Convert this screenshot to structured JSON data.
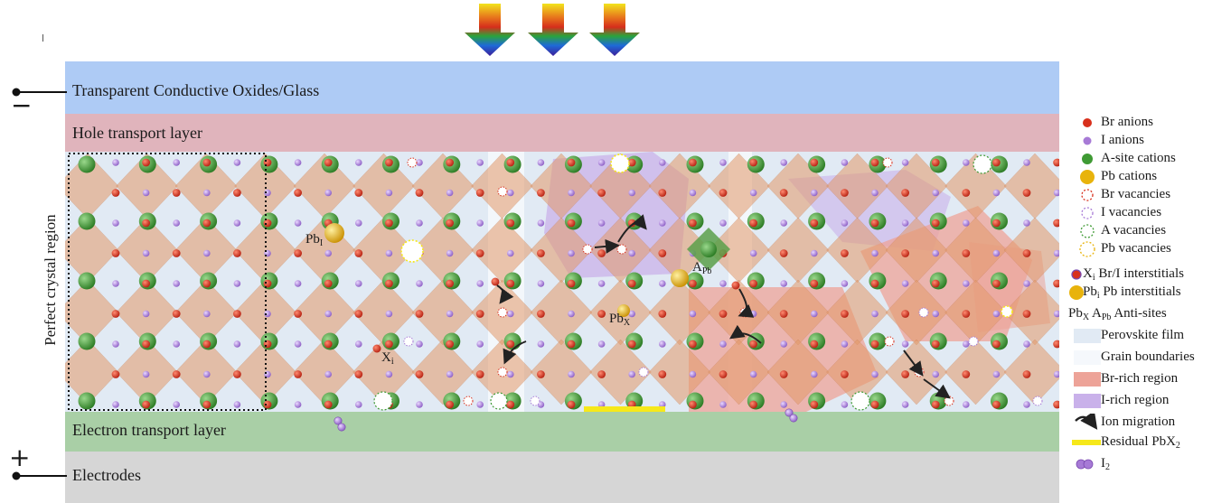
{
  "layers": {
    "tco": "Transparent Conductive Oxides/Glass",
    "htl": "Hole transport layer",
    "etl": "Electron transport layer",
    "electrodes": "Electrodes"
  },
  "side_label": "Perfect crystal region",
  "terminals": {
    "negative": "−",
    "positive": "+"
  },
  "annotations": {
    "pbi": "Pb",
    "pbi_sub": "I",
    "xi": "X",
    "xi_sub": "i",
    "pbx": "Pb",
    "pbx_sub": "X",
    "apb": "A",
    "apb_sub": "Pb"
  },
  "legend": [
    {
      "symbol": "br-anion",
      "label": "Br anions"
    },
    {
      "symbol": "i-anion",
      "label": "I anions"
    },
    {
      "symbol": "a-cation",
      "label": "A-site cations"
    },
    {
      "symbol": "pb-cation",
      "label": "Pb cations"
    },
    {
      "symbol": "br-vacancy",
      "label": "Br vacancies"
    },
    {
      "symbol": "i-vacancy",
      "label": "I vacancies"
    },
    {
      "symbol": "a-vacancy",
      "label": "A vacancies"
    },
    {
      "symbol": "pb-vacancy",
      "label": "Pb vacancies"
    },
    {
      "symbol": "x-interstitial",
      "prefix": "X",
      "prefix_sub": "i",
      "label": "Br/I interstitials"
    },
    {
      "symbol": "pb-interstitial",
      "prefix": "Pb",
      "prefix_sub": "i",
      "label": "Pb interstitials"
    },
    {
      "symbol": "anti-site",
      "prefix": "Pb",
      "prefix_sub": "X",
      "prefix2": "A",
      "prefix2_sub": "Pb",
      "label": "Anti-sites"
    },
    {
      "symbol": "perovskite-swatch",
      "label": "Perovskite film"
    },
    {
      "symbol": "grain-swatch",
      "label": "Grain boundaries"
    },
    {
      "symbol": "br-rich-swatch",
      "label": "Br-rich region"
    },
    {
      "symbol": "i-rich-swatch",
      "label": "I-rich region"
    },
    {
      "symbol": "migration-arrow",
      "label": "Ion migration"
    },
    {
      "symbol": "pbx2-bar",
      "label": "Residual PbX",
      "label_sub": "2"
    },
    {
      "symbol": "i2-molecule",
      "label": "I",
      "label_sub": "2"
    }
  ],
  "colors": {
    "tco": "#aecbf5",
    "htl": "#e0b4bc",
    "film": "#e1eaf4",
    "etl": "#a9cfa6",
    "electrodes": "#d6d6d6",
    "br": "#d8301c",
    "iodine": "#a77ad6",
    "a_site": "#3f9a34",
    "pb": "#e8b30c",
    "octahedron": "#e39a6a",
    "br_rich": "#eda398",
    "i_rich": "#c9b1ea",
    "grain": "#f5f8fc",
    "pbx2": "#f6e81a"
  }
}
